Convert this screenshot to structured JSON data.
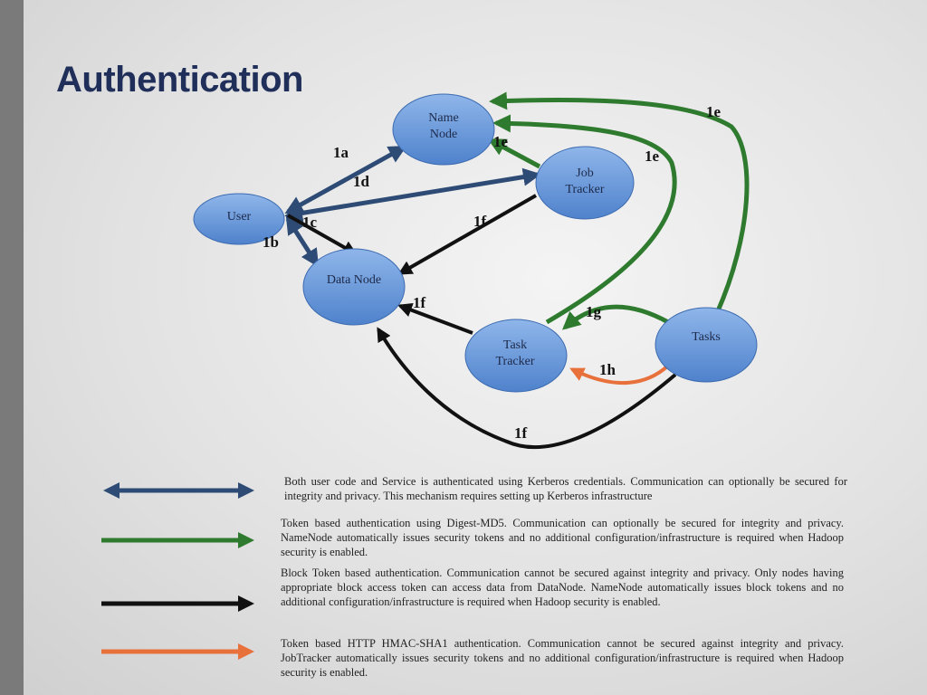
{
  "title": "Authentication",
  "colors": {
    "kerberos": "#2d4b74",
    "token": "#2e7a2e",
    "block_token": "#111111",
    "hmac": "#e8703a",
    "node_fill": "#6a9ad8",
    "title": "#1f2f5a"
  },
  "nodes": {
    "name_node": [
      "Name",
      "Node"
    ],
    "job_tracker": [
      "Job",
      "Tracker"
    ],
    "user": [
      "User"
    ],
    "data_node": [
      "Data Node"
    ],
    "task_tracker": [
      "Task",
      "Tracker"
    ],
    "tasks": [
      "Tasks"
    ]
  },
  "edge_labels": {
    "l1a": "1a",
    "l1b": "1b",
    "l1c": "1c",
    "l1d": "1d",
    "l1e_name": "1e",
    "l1e_tasks": "1e",
    "l1e_task": "1e",
    "l1f_job": "1f",
    "l1f_task": "1f",
    "l1f_tasks": "1f",
    "l1g": "1g",
    "l1h": "1h"
  },
  "legend": [
    {
      "icon": "blue-double-arrow-icon",
      "text": "Both user code and Service is authenticated using Kerberos credentials. Communication can optionally be secured for integrity and privacy. This mechanism requires setting up Kerberos infrastructure"
    },
    {
      "icon": "green-arrow-icon",
      "text": "Token based authentication using Digest-MD5. Communication can optionally be secured for integrity and privacy. NameNode automatically issues security tokens and no additional configuration/infrastructure is required when Hadoop security is enabled."
    },
    {
      "icon": "black-arrow-icon",
      "text": "Block Token based authentication. Communication cannot be secured against integrity and privacy. Only nodes having appropriate block access token can access data from DataNode. NameNode automatically issues block tokens and no additional configuration/infrastructure is required when Hadoop security is enabled."
    },
    {
      "icon": "orange-arrow-icon",
      "text": "Token based HTTP HMAC-SHA1 authentication. Communication cannot be secured against integrity and privacy. JobTracker automatically issues security tokens and no additional configuration/infrastructure is required when Hadoop security is enabled."
    }
  ]
}
